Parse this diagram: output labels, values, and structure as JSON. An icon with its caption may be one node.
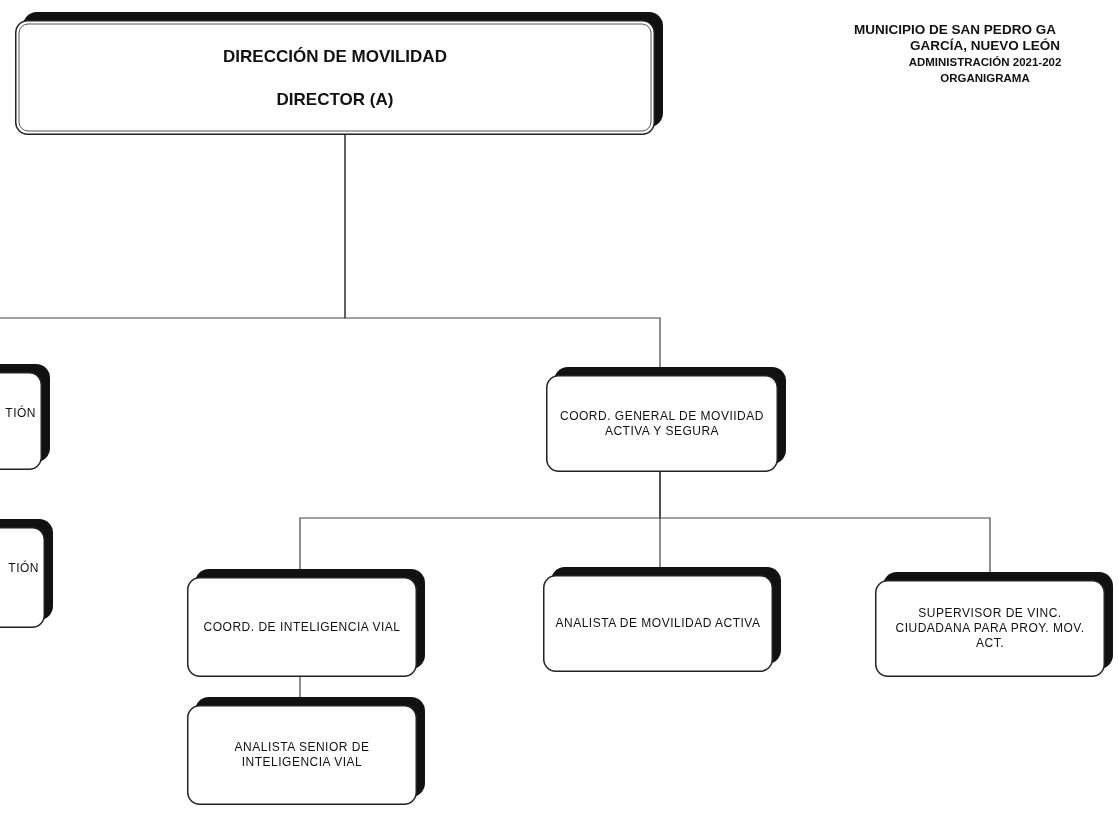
{
  "diagram": {
    "nodes": [
      {
        "text": [
          "DIRECCIÓN DE MOVILIDAD",
          "DIRECTOR (A)"
        ]
      },
      {
        "text": [
          "TIÓN"
        ]
      },
      {
        "text": [
          "TIÓN"
        ]
      },
      {
        "text": [
          "COORD. GENERAL DE MOVIIDAD ACTIVA Y SEGURA"
        ]
      },
      {
        "text": [
          "COORD. DE INTELIGENCIA VIAL"
        ]
      },
      {
        "text": [
          "ANALISTA DE MOVILIDAD ACTIVA"
        ]
      },
      {
        "text": [
          "SUPERVISOR DE VINC. CIUDADANA PARA PROY. MOV. ACT."
        ]
      },
      {
        "text": [
          "ANALISTA SENIOR DE INTELIGENCIA VIAL"
        ]
      }
    ],
    "edges": [
      {
        "from": 0,
        "to": null,
        "arrow": "none"
      },
      {
        "from": 0,
        "to": 3,
        "arrow": "none"
      },
      {
        "from": 3,
        "to": 4,
        "arrow": "none"
      },
      {
        "from": 3,
        "to": 5,
        "arrow": "none"
      },
      {
        "from": 3,
        "to": 6,
        "arrow": "none"
      },
      {
        "from": 4,
        "to": 7,
        "arrow": "none"
      }
    ],
    "labels": [
      "MUNICIPIO DE SAN PEDRO GA",
      "GARCÍA, NUEVO LEÓN",
      "ADMINISTRACIÓN 2021-202",
      "ORGANIGRAMA"
    ]
  }
}
